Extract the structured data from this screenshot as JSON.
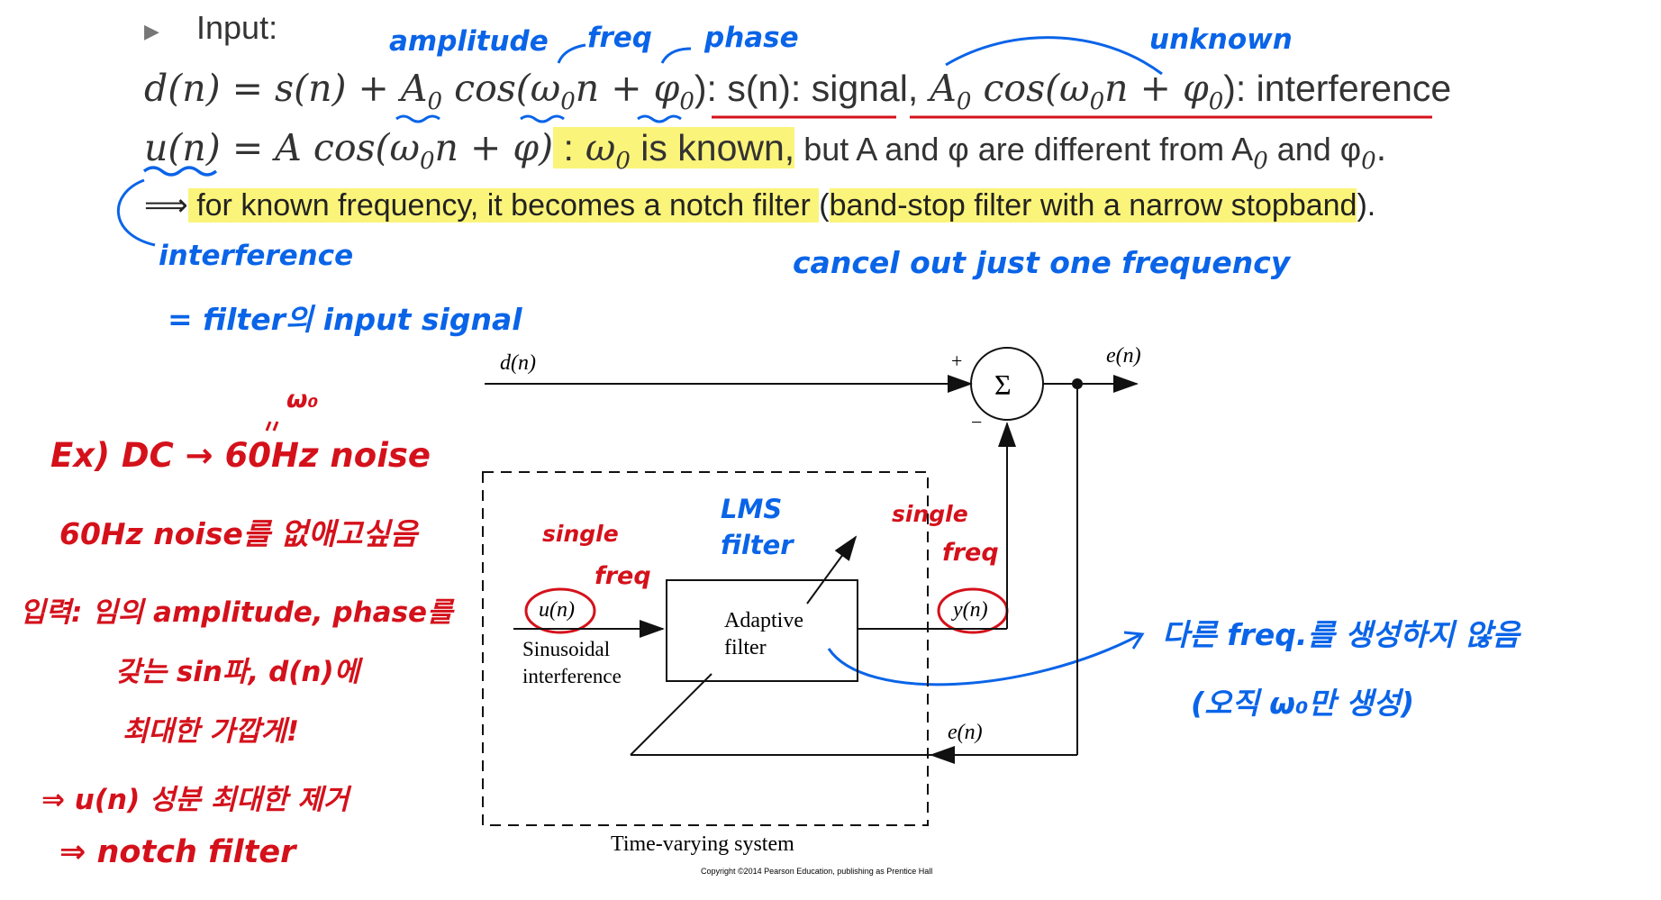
{
  "bullet_label": "Input:",
  "eq1": {
    "lhs": "d(n) = s(n) + A",
    "sub0": "0",
    "cos_part": " cos(ω",
    "sub1": "0",
    "mid": "n + φ",
    "sub2": "0",
    "close": "):",
    "signal_part": " s(n): signal,",
    "interf_A": " A",
    "interf_sub0": "0",
    "interf_cos": " cos(ω",
    "interf_sub1": "0",
    "interf_mid": "n + φ",
    "interf_sub2": "0",
    "interf_close": "): interference"
  },
  "eq2": {
    "lhs": "u(n) = A cos(ω",
    "sub0": "0",
    "mid": "n + φ)",
    "colon": " :",
    "w0": " ω",
    "w0sub": "0",
    "known": " is known,",
    "rest": " but A and φ  are different from A",
    "rest_sub": "0",
    "and": " and φ",
    "and_sub": "0",
    "end": "."
  },
  "eq3": {
    "arrow": "⟹",
    "highlight": " for known frequency, it becomes a notch filter ",
    "paren_open": "(",
    "paren_body": "band-stop filter with a narrow stopband",
    "paren_close": ").",
    "end": "."
  },
  "annotations_blue": {
    "amplitude": "amplitude",
    "freq": "freq",
    "phase": "phase",
    "unknown": "unknown",
    "interference": "interference",
    "filter_input": "= filter의 input signal",
    "cancel": "cancel out just one frequency",
    "lms": "LMS",
    "lms_filter": "filter",
    "no_other_freq": "다른 freq.를 생성하지 않음",
    "only_w0": "(오직 ω₀만 생성)"
  },
  "annotations_red": {
    "w0": "ω₀",
    "ex": "Ex) DC → 60Hz noise",
    "remove": "60Hz noise를 없애고싶음",
    "input_line1": "입력: 임의 amplitude, phase를",
    "input_line2": "갖는 sin파, d(n)에",
    "input_line3": "최대한 가깝게!",
    "result1": "⇒ u(n) 성분 최대한 제거",
    "result2": "⇒ notch filter",
    "single1": "single",
    "freq1": "freq",
    "single2": "single",
    "freq2": "freq"
  },
  "diagram": {
    "dn": "d(n)",
    "plus": "+",
    "minus": "−",
    "sigma": "Σ",
    "en_top": "e(n)",
    "un": "u(n)",
    "sinusoidal": "Sinusoidal",
    "interference": "interference",
    "adaptive": "Adaptive",
    "filter": "filter",
    "yn": "y(n)",
    "en_bottom": "e(n)",
    "tv_system": "Time-varying system",
    "copyright": "Copyright ©2014 Pearson Education, publishing as Prentice Hall"
  },
  "colors": {
    "blue": "#0a64e8",
    "red": "#d4111b",
    "highlight": "#fbf47a"
  }
}
